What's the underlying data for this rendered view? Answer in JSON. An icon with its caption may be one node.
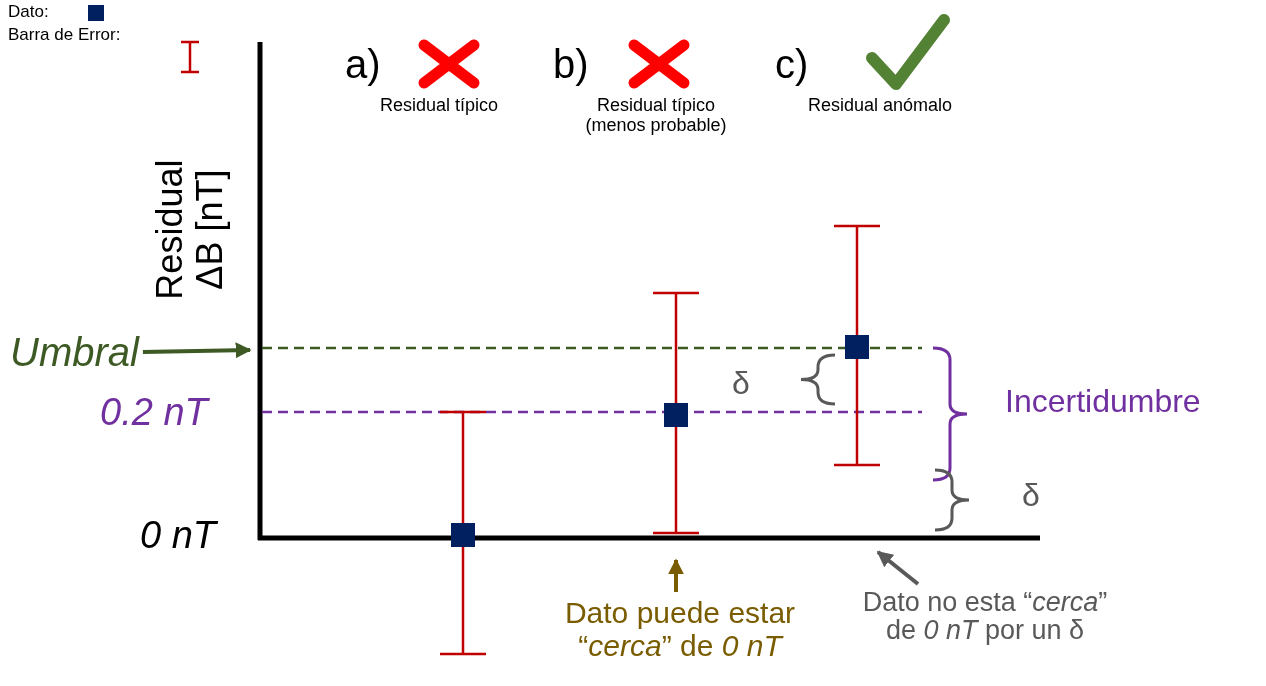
{
  "diagram": {
    "nodes": [
      {
        "text": [
          "Umbral"
        ]
      },
      {
        "text": [
          "Dato puede estar “*cerca*” de *0 nT*"
        ]
      },
      {
        "text": [
          "Dato no esta “*cerca*” de *0 nT* por un δ"
        ]
      }
    ],
    "edges": [
      {
        "from": 0,
        "to": null,
        "arrow": "to",
        "color": "#3d5a25"
      },
      {
        "from": 1,
        "to": null,
        "arrow": "to",
        "color": "#7a5c00"
      },
      {
        "from": 2,
        "to": null,
        "arrow": "to",
        "color": "#595959"
      }
    ],
    "labels": [
      "a)",
      "Residual típico",
      "b)",
      "Residual típico (menos probable)",
      "c)",
      "Residual anómalo",
      "Residual ΔB [nT]",
      "0.2 nT",
      "δ",
      "Incertidumbre",
      "δ",
      "0 nT"
    ],
    "legend": [
      {
        "text": "Dato:",
        "color": "#002060"
      },
      {
        "text": "Barra de Error:"
      }
    ]
  }
}
